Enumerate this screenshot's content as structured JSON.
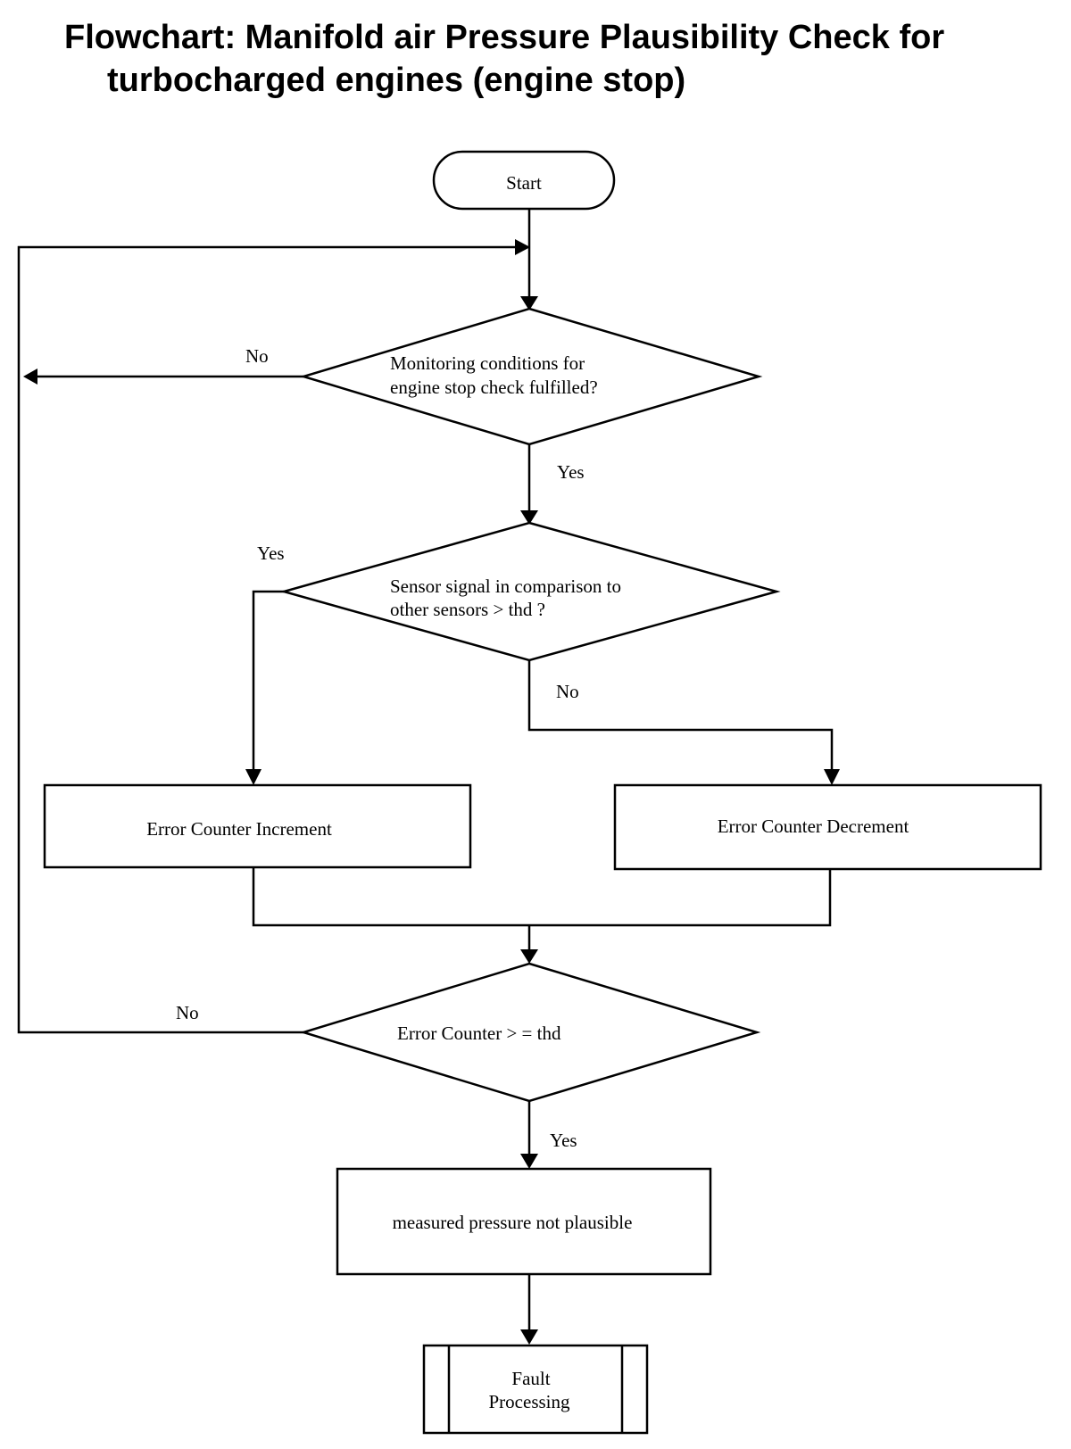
{
  "title": {
    "line1": "Flowchart: Manifold air Pressure Plausibility Check for",
    "line2": "turbocharged engines (engine stop)"
  },
  "nodes": {
    "start": "Start",
    "decision_conditions": {
      "line1": "Monitoring  conditions for",
      "line2": "engine stop check fulfilled?"
    },
    "decision_sensor": {
      "line1": "Sensor signal in comparison to",
      "line2": "other sensors > thd ?"
    },
    "increment": "Error Counter Increment",
    "decrement": "Error Counter Decrement",
    "decision_counter": "Error Counter > = thd",
    "not_plausible": "measured pressure not plausible",
    "fault": {
      "line1": "Fault",
      "line2": "Processing"
    }
  },
  "edge_labels": {
    "conditions_no": "No",
    "conditions_yes": "Yes",
    "sensor_yes": "Yes",
    "sensor_no": "No",
    "counter_no": "No",
    "counter_yes": "Yes"
  }
}
